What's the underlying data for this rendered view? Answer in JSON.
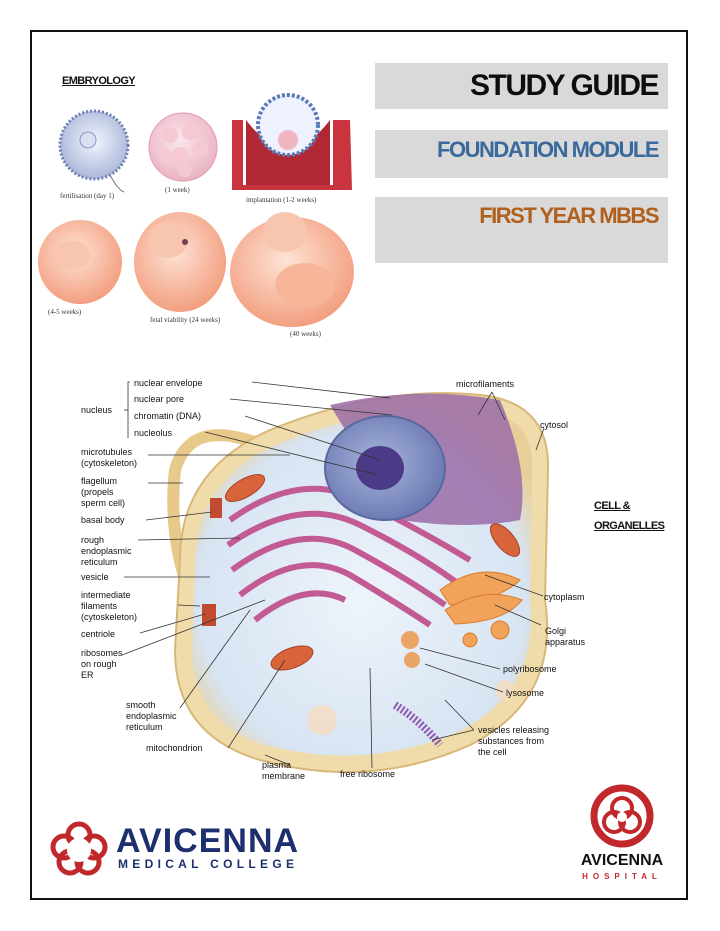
{
  "embryology": {
    "heading": "EMBRYOLOGY",
    "captions": [
      "fertilisation (day 1)",
      "(1 week)",
      "implantation (1-2 weeks)",
      "(4-5 weeks)",
      "fetal viability (24 weeks)",
      "(40 weeks)"
    ]
  },
  "banners": {
    "study_guide": "STUDY GUIDE",
    "module": "FOUNDATION MODULE",
    "year": "FIRST YEAR MBBS"
  },
  "cell_heading": {
    "line1": "CELL &",
    "line2": "ORGANELLES"
  },
  "cell_labels": {
    "nuclear_envelope": "nuclear envelope",
    "nuclear_pore": "nuclear pore",
    "chromatin": "chromatin (DNA)",
    "nucleolus": "nucleolus",
    "nucleus": "nucleus",
    "microfilaments": "microfilaments",
    "cytosol": "cytosol",
    "microtubules": [
      "microtubules",
      "(cytoskeleton)"
    ],
    "flagellum": [
      "flagellum",
      "(propels",
      "sperm cell)"
    ],
    "basal_body": "basal body",
    "rough_er": [
      "rough",
      "endoplasmic",
      "reticulum"
    ],
    "vesicle": "vesicle",
    "intermediate_filaments": [
      "intermediate",
      "filaments",
      "(cytoskeleton)"
    ],
    "centriole": "centriole",
    "ribosomes_rough_er": [
      "ribosomes",
      "on rough",
      "ER"
    ],
    "smooth_er": [
      "smooth",
      "endoplasmic",
      "reticulum"
    ],
    "mitochondrion": "mitochondrion",
    "plasma_membrane": [
      "plasma",
      "membrane"
    ],
    "free_ribosome": "free ribosome",
    "cytoplasm": "cytoplasm",
    "golgi": [
      "Golgi",
      "apparatus"
    ],
    "polyribosome": "polyribosome",
    "lysosome": "lysosome",
    "vesicles_releasing": [
      "vesicles releasing",
      "substances from",
      "the cell"
    ]
  },
  "logos": {
    "college_name": "AVICENNA",
    "college_sub": "MEDICAL COLLEGE",
    "hospital_name": "AVICENNA",
    "hospital_sub": "HOSPITAL"
  }
}
